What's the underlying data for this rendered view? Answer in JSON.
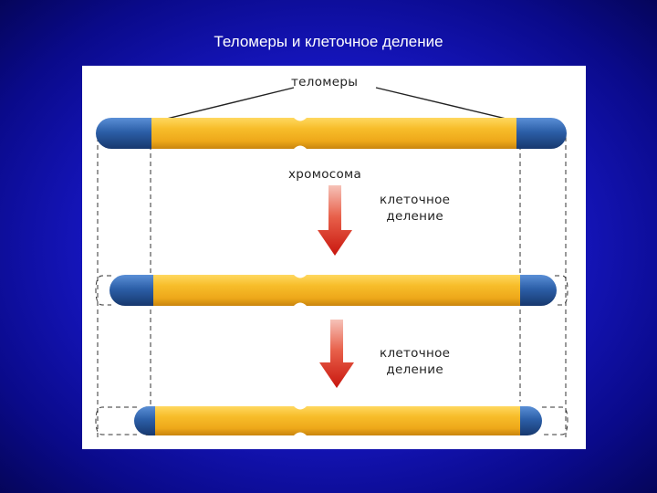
{
  "slide": {
    "title": "Теломеры и клеточное деление"
  },
  "diagram": {
    "telomeres_label": "теломеры",
    "chromosome_label": "хромосома",
    "division_1": {
      "line1": "клеточное",
      "line2": "деление"
    },
    "division_2": {
      "line1": "клеточное",
      "line2": "деление"
    }
  },
  "colors": {
    "chromosome_body": "#f2b423",
    "telomere": "#2c5fa8",
    "arrow": "#cc1e12",
    "background": "#1a1ad2"
  }
}
